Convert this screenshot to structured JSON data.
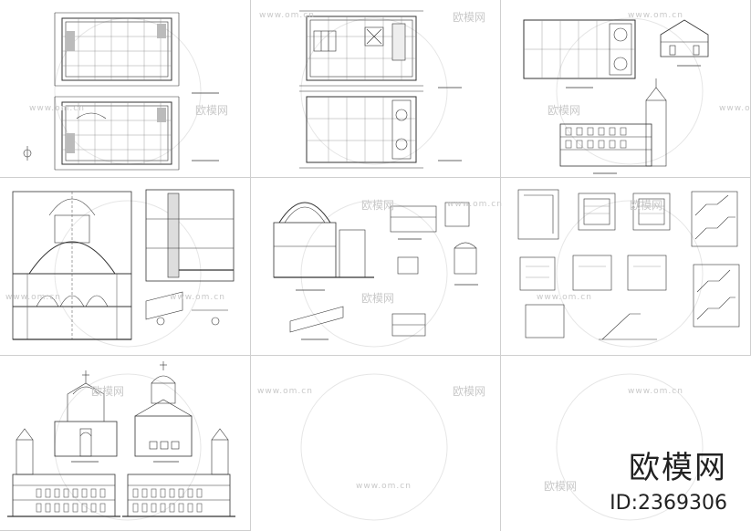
{
  "watermark": {
    "url": "www.om.cn",
    "brand_small": "欧模网"
  },
  "brand": {
    "name": "欧模网",
    "id_label": "ID:2369306"
  }
}
